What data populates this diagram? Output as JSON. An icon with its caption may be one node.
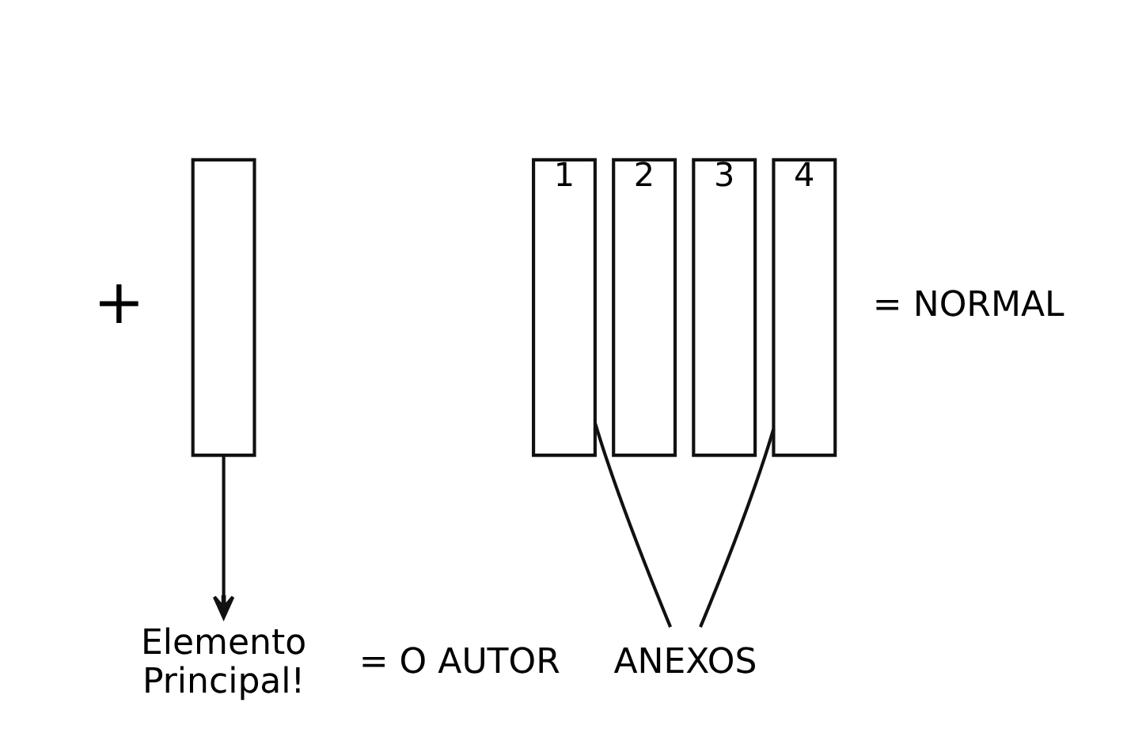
{
  "diagram": {
    "nodes": [
      {
        "text": [
          "1"
        ]
      },
      {
        "text": [
          "2"
        ]
      },
      {
        "text": [
          "3"
        ]
      },
      {
        "text": [
          "4"
        ]
      },
      {
        "text": [],
        "shape": "bar"
      },
      {
        "text": [
          "ANEXOS"
        ]
      },
      {
        "text": [
          "Elemento Principal!"
        ]
      }
    ],
    "edges": [
      {
        "from": 0,
        "to": 5,
        "arrow": "none"
      },
      {
        "from": 3,
        "to": 5,
        "arrow": "none"
      },
      {
        "from": 4,
        "to": 6,
        "arrow": "to"
      }
    ],
    "labels": [
      "+",
      "= NORMAL",
      "= O AUTOR"
    ]
  }
}
